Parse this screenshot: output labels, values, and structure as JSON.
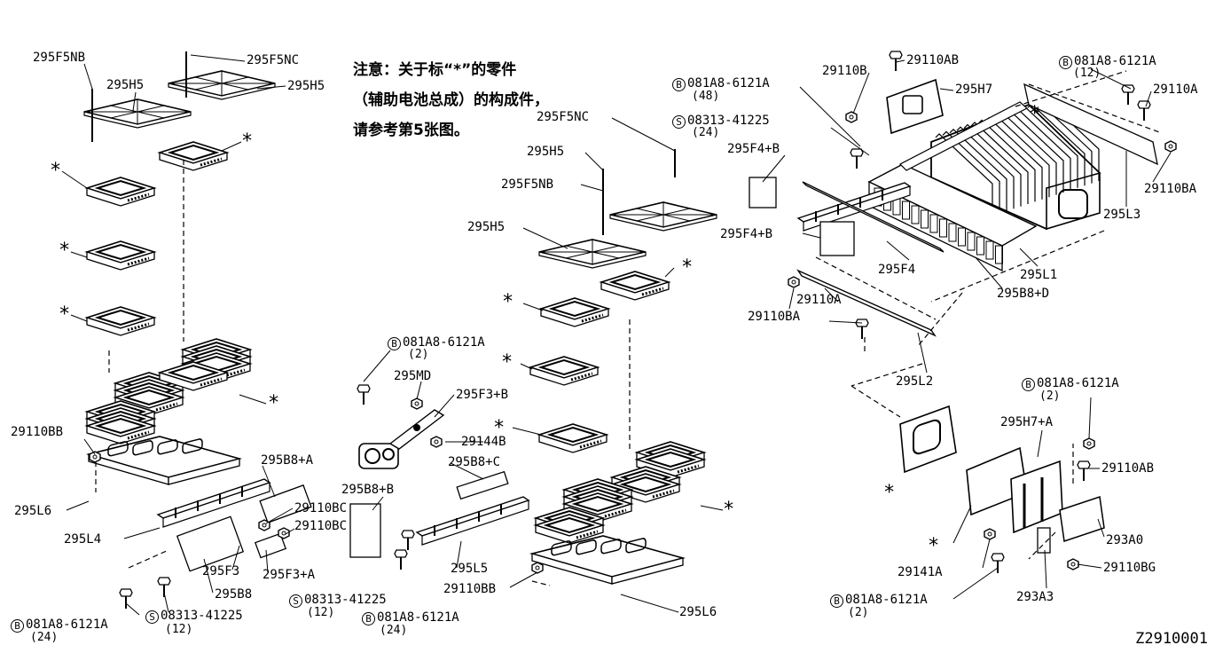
{
  "note": {
    "line1": "注意：关于标“*”的零件",
    "line2": "（辅助电池总成）的构成件，",
    "line3": "请参考第5张图。"
  },
  "diagram_code": "Z2910001",
  "star": "*",
  "part_labels": {
    "p295F5NB_a": "295F5NB",
    "p295H5_a": "295H5",
    "p295F5NC_a": "295F5NC",
    "p295H5_b": "295H5",
    "p29110BB_a": "29110BB",
    "p295L6_a": "295L6",
    "p295L4": "295L4",
    "p295B8A": "295B8+A",
    "p29110BC_a": "29110BC",
    "p29110BC_b": "29110BC",
    "p295F3": "295F3",
    "p295F3A": "295F3+A",
    "p295B8": "295B8",
    "p295MD": "295MD",
    "p295F3B": "295F3+B",
    "p29144B": "29144B",
    "p295B8C": "295B8+C",
    "p295B8B": "295B8+B",
    "p295L5": "295L5",
    "p29110BB_b": "29110BB",
    "p295L6_b": "295L6",
    "p295F5NC_b": "295F5NC",
    "p295H5_c": "295H5",
    "p295F5NB_b": "295F5NB",
    "p295H5_d": "295H5",
    "p29110B": "29110B",
    "p29110AB_a": "29110AB",
    "p295H7": "295H7",
    "p29110A_a": "29110A",
    "p29110BA_a": "29110BA",
    "p295L3": "295L3",
    "p295F4B_a": "295F4+B",
    "p295F4B_b": "295F4+B",
    "p295F4": "295F4",
    "p295L1": "295L1",
    "p295B8D": "295B8+D",
    "p29110A_b": "29110A",
    "p29110BA_b": "29110BA",
    "p295L2": "295L2",
    "p295H7A": "295H7+A",
    "p29110AB_b": "29110AB",
    "p293A0": "293A0",
    "p29141A": "29141A",
    "p29110BG": "29110BG",
    "p293A3": "293A3"
  },
  "fastener_labels": {
    "f1": {
      "mark": "B",
      "code": "081A8-6121A",
      "qty": "(24)"
    },
    "f2": {
      "mark": "S",
      "code": "08313-41225",
      "qty": "(12)"
    },
    "f3": {
      "mark": "B",
      "code": "081A8-6121A",
      "qty": "(2)"
    },
    "f4": {
      "mark": "S",
      "code": "08313-41225",
      "qty": "(12)"
    },
    "f5": {
      "mark": "B",
      "code": "081A8-6121A",
      "qty": "(24)"
    },
    "f6": {
      "mark": "B",
      "code": "081A8-6121A",
      "qty": "(48)"
    },
    "f7": {
      "mark": "S",
      "code": "08313-41225",
      "qty": "(24)"
    },
    "f8": {
      "mark": "B",
      "code": "081A8-6121A",
      "qty": "(12)"
    },
    "f9": {
      "mark": "B",
      "code": "081A8-6121A",
      "qty": "(2)"
    },
    "f10": {
      "mark": "B",
      "code": "081A8-6121A",
      "qty": "(2)"
    }
  }
}
